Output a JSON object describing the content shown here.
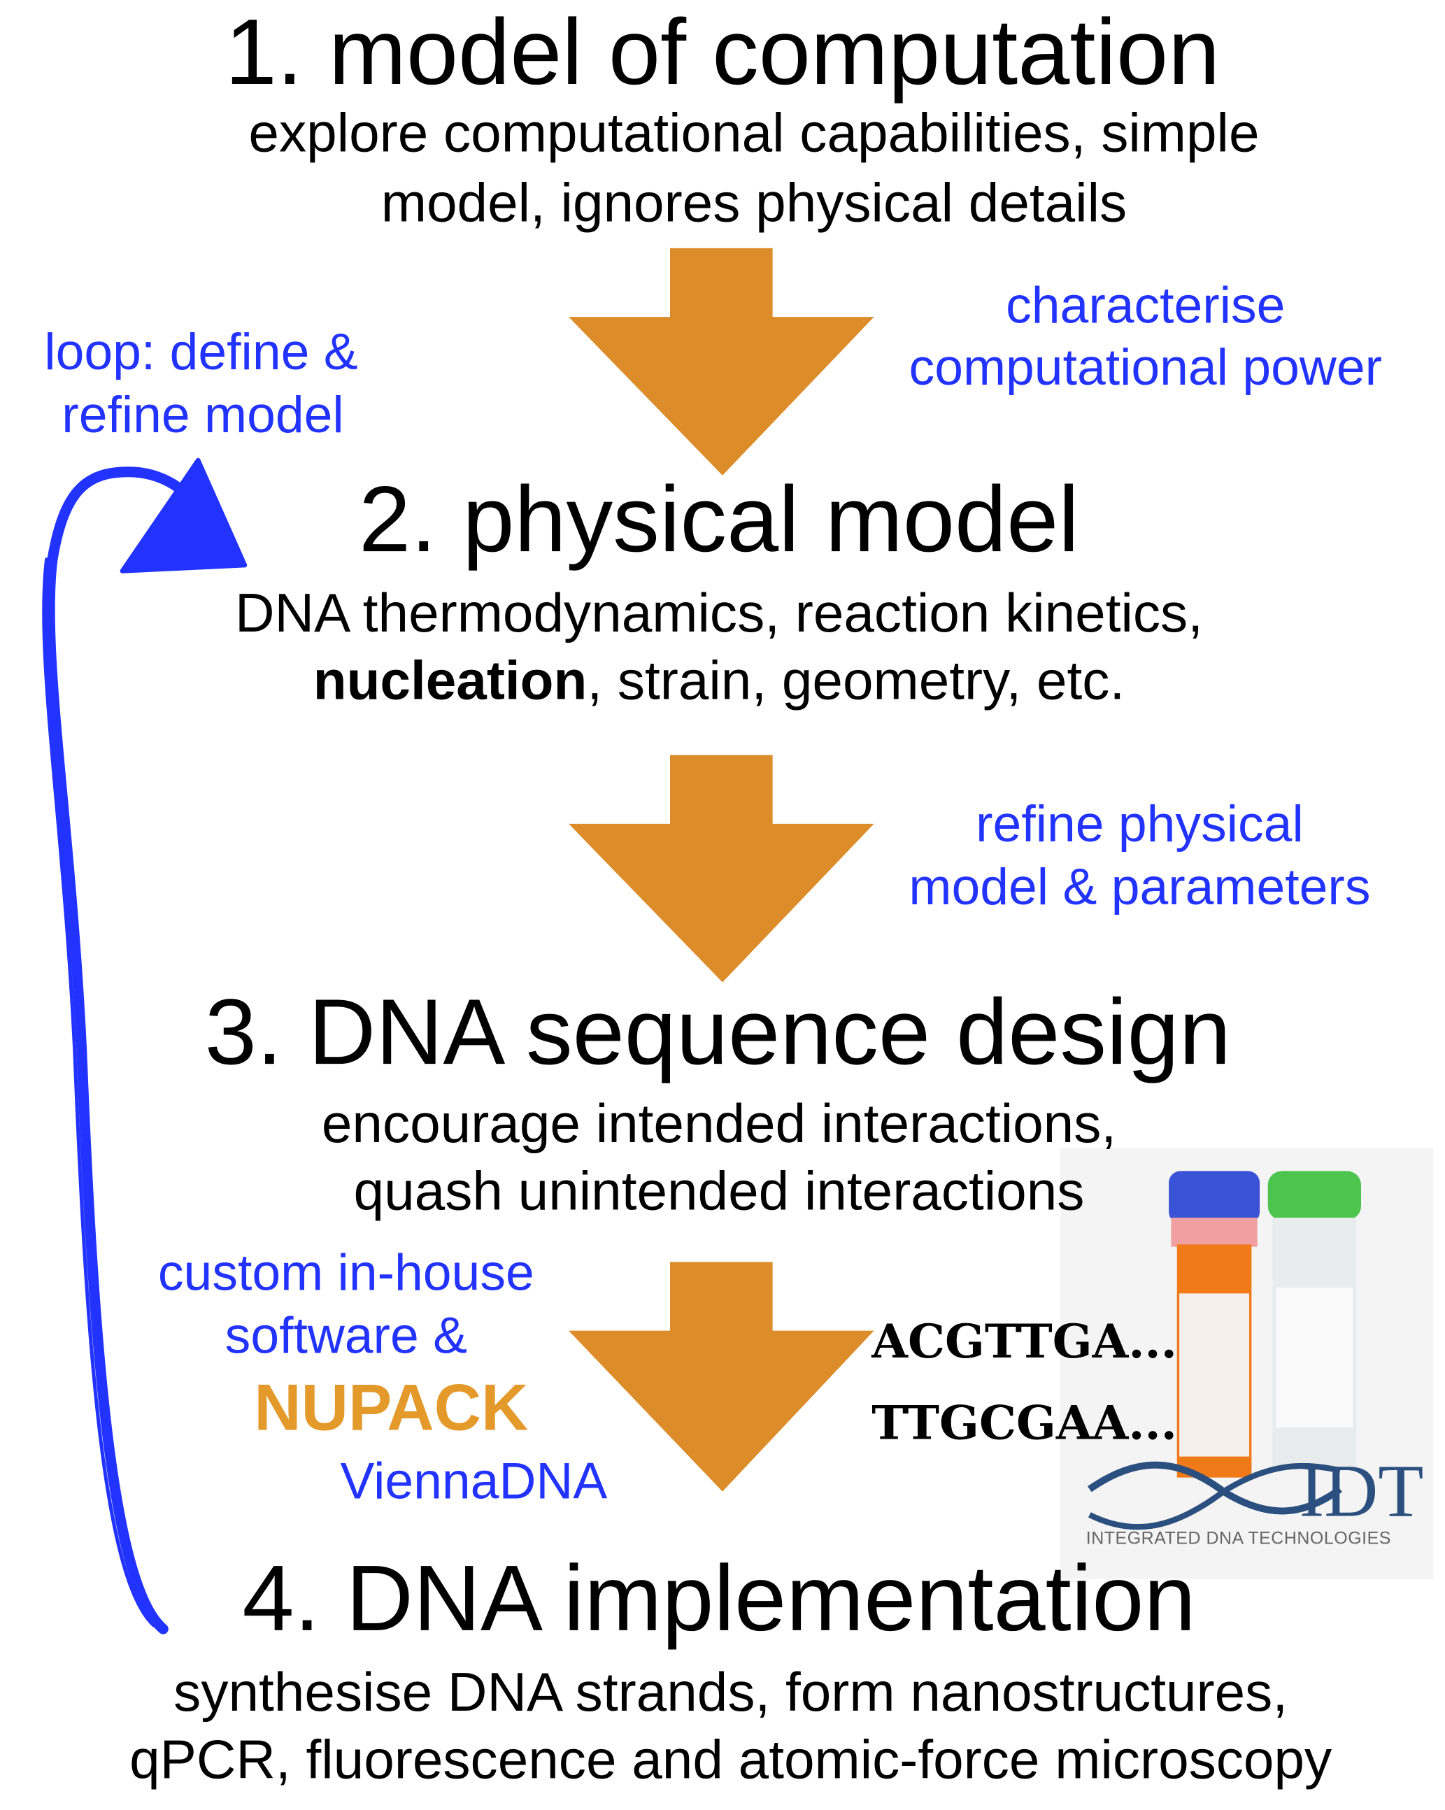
{
  "colors": {
    "arrow": "#dd8c2a",
    "annotation": "#2233ff",
    "nupack": "#e49a2b",
    "idt_logo": "#2b4f7e"
  },
  "steps": [
    {
      "title": "1. model of computation",
      "lines": [
        "explore computational capabilities, simple",
        "model, ignores physical details"
      ]
    },
    {
      "title": "2. physical model",
      "lines": [
        "DNA thermodynamics, reaction kinetics,",
        "strain, geometry, etc."
      ],
      "bold_word": "nucleation"
    },
    {
      "title": "3. DNA sequence design",
      "lines": [
        "encourage intended interactions,",
        "quash unintended interactions"
      ]
    },
    {
      "title": "4. DNA implementation",
      "lines": [
        "synthesise DNA strands, form nanostructures,",
        "qPCR, fluorescence and atomic-force microscopy"
      ]
    }
  ],
  "annotations": {
    "arrow1": [
      "characterise",
      "computational power"
    ],
    "arrow2": [
      "refine physical",
      "model & parameters"
    ],
    "loop": [
      "loop: define &",
      "refine model"
    ],
    "software": [
      "custom in-house",
      "software &"
    ],
    "nupack": "NUPACK",
    "vienna": "ViennaDNA"
  },
  "sequences": [
    "ACGTTGA...",
    "TTGCGAA..."
  ],
  "idt": {
    "logo": "IDT",
    "tagline": "INTEGRATED DNA TECHNOLOGIES"
  }
}
